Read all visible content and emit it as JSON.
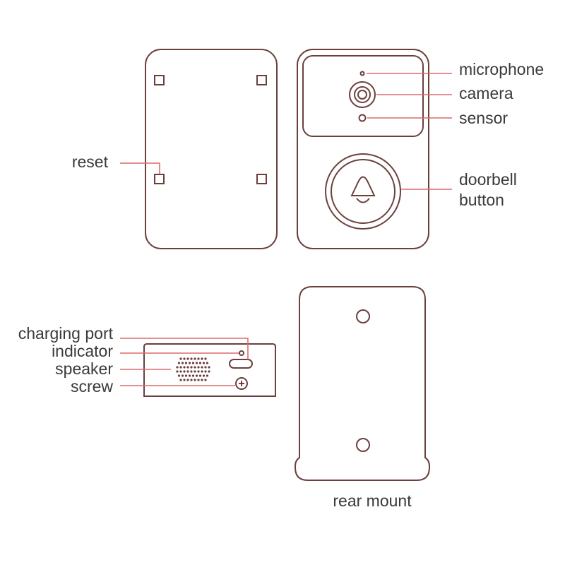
{
  "labels": {
    "reset": "reset",
    "microphone": "microphone",
    "camera": "camera",
    "sensor": "sensor",
    "doorbell_line1": "doorbell",
    "doorbell_line2": "button",
    "charging_port": "charging port",
    "indicator": "indicator",
    "speaker": "speaker",
    "screw": "screw",
    "rear_mount": "rear mount"
  },
  "colors": {
    "outline": "#6b3f3c",
    "leader": "#dc6a6c",
    "text": "#3a3a3a"
  }
}
